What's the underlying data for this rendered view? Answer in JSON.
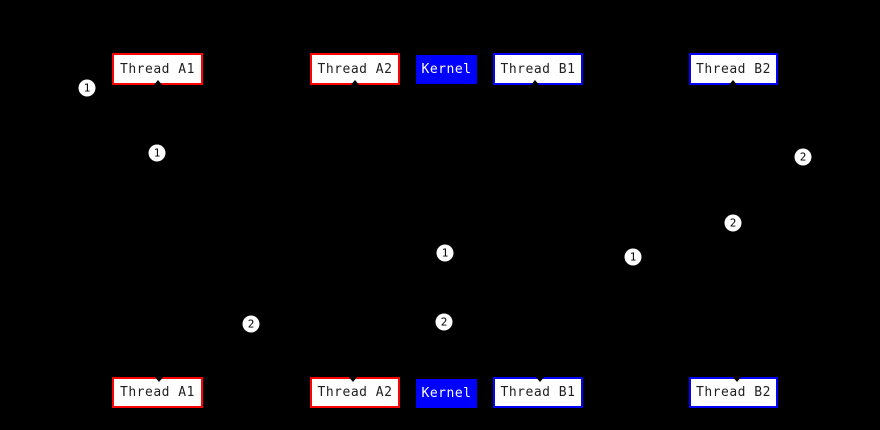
{
  "palette": {
    "background": "#000000",
    "thread_a_border": "#ff0000",
    "thread_b_border": "#0000ff",
    "node_fill": "#ffffff",
    "node_text": "#1f1f1f",
    "kernel_fill": "#0000ff",
    "kernel_text": "#ffffff",
    "marker_fill": "#ffffff",
    "marker_text": "#000000"
  },
  "rows": {
    "top": [
      {
        "label": "Thread A1"
      },
      {
        "label": "Thread A2"
      },
      {
        "label": "Kernel"
      },
      {
        "label": "Thread B1"
      },
      {
        "label": "Thread B2"
      }
    ],
    "bottom": [
      {
        "label": "Thread A1"
      },
      {
        "label": "Thread A2"
      },
      {
        "label": "Kernel"
      },
      {
        "label": "Thread B1"
      },
      {
        "label": "Thread B2"
      }
    ]
  },
  "markers": [
    {
      "value": "1"
    },
    {
      "value": "1"
    },
    {
      "value": "2"
    },
    {
      "value": "2"
    },
    {
      "value": "1"
    },
    {
      "value": "1"
    },
    {
      "value": "2"
    },
    {
      "value": "2"
    }
  ]
}
